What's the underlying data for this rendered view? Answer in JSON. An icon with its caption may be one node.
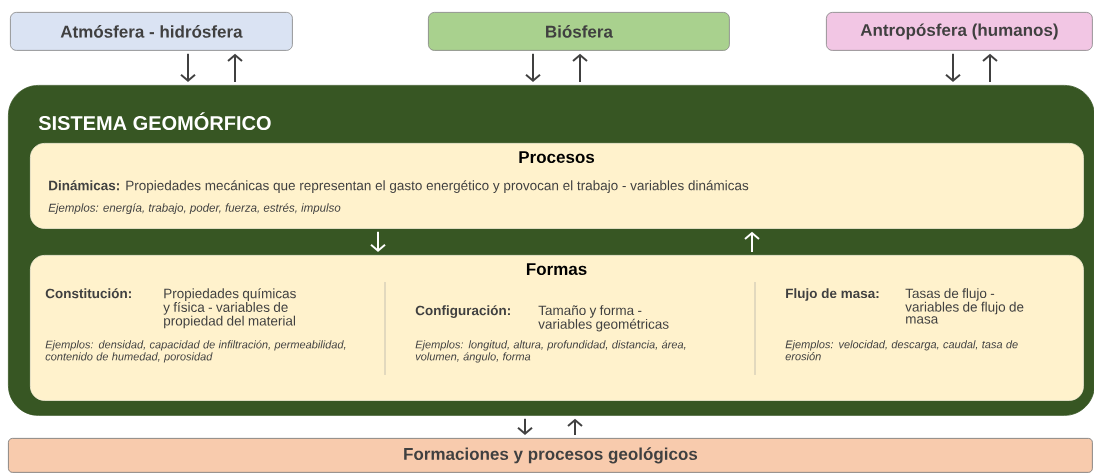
{
  "diagram": {
    "nodes": [
      {
        "text": [
          "Atmósfera - hidrósfera"
        ]
      },
      {
        "text": [
          "Biósfera"
        ]
      },
      {
        "text": [
          "Antropósfera (humanos)"
        ]
      },
      {
        "text": [
          "SISTEMA GEOMÓRFICO"
        ]
      },
      {
        "text": [
          "Procesos",
          "**Dinámicas:** Propiedades mecánicas que representan el gasto energético y provocan el trabajo - variables dinámicas",
          "Ejemplos: energía, trabajo, poder, fuerza, estrés, impulso"
        ],
        "in": 3
      },
      {
        "text": [
          "Formas",
          "Constitución:",
          "Propiedades químicas y física - variables de propiedad del material",
          "Ejemplos: densidad, capacidad de infiltración, permeabilidad, contenido de humedad, porosidad",
          "Configuración:",
          "Tamaño y forma - variables geométricas",
          "Ejemplos: longitud, altura, profundidad, distancia, área, volumen, ángulo, forma",
          "Flujo de masa:",
          "Tasas de flujo - variables de flujo de masa",
          "Ejemplos: velocidad, descarga, caudal, tasa de erosión"
        ],
        "in": 3
      },
      {
        "text": [
          "Formaciones y procesos geológicos"
        ]
      }
    ],
    "edges": [
      {
        "from": 0,
        "to": 3,
        "arrow": "to"
      },
      {
        "from": 3,
        "to": 0,
        "arrow": "to"
      },
      {
        "from": 1,
        "to": 3,
        "arrow": "to"
      },
      {
        "from": 3,
        "to": 1,
        "arrow": "to"
      },
      {
        "from": 2,
        "to": 3,
        "arrow": "to"
      },
      {
        "from": 3,
        "to": 2,
        "arrow": "to"
      },
      {
        "from": 4,
        "to": 5,
        "arrow": "to",
        "color": "#ffffff"
      },
      {
        "from": 5,
        "to": 4,
        "arrow": "to",
        "color": "#ffffff"
      },
      {
        "from": 3,
        "to": 6,
        "arrow": "to"
      },
      {
        "from": 6,
        "to": 3,
        "arrow": "to"
      }
    ]
  }
}
